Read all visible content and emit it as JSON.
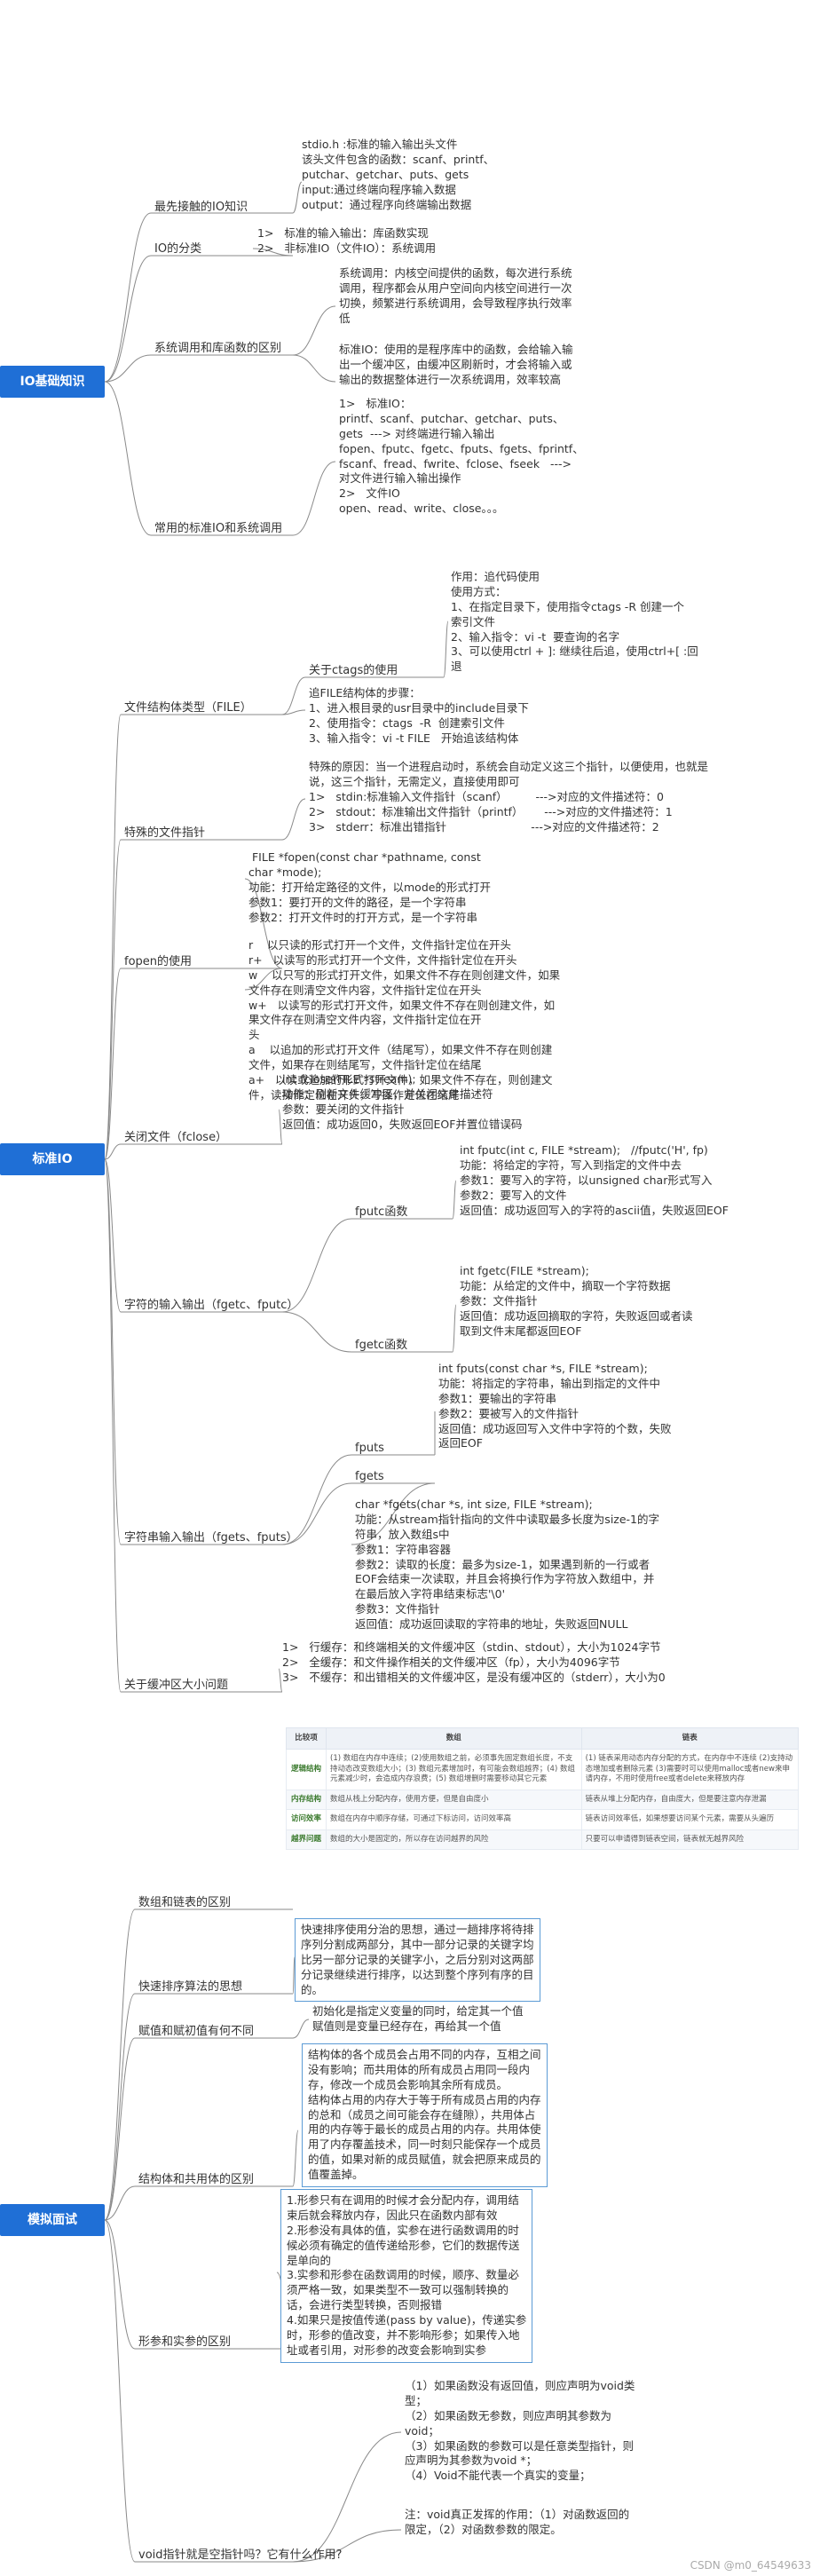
{
  "sections": [
    {
      "root": "IO基础知识",
      "branches": [
        {
          "label": "最先接触的IO知识",
          "texts": [
            "stdio.h :标准的输入输出头文件\n该头文件包含的函数：scanf、printf、\nputchar、getchar、puts、gets\ninput:通过终端向程序输入数据\noutput：通过程序向终端输出数据"
          ]
        },
        {
          "label": "IO的分类",
          "texts": [
            "1>   标准的输入输出：库函数实现\n2>   非标准IO（文件IO）：系统调用"
          ]
        },
        {
          "label": "系统调用和库函数的区别",
          "texts": [
            "系统调用：内核空间提供的函数，每次进行系统\n调用，程序都会从用户空间向内核空间进行一次\n切换，频繁进行系统调用，会导致程序执行效率\n低",
            "标准IO：使用的是程序库中的函数，会给输入输\n出一个缓冲区，由缓冲区刷新时，才会将输入或\n输出的数据整体进行一次系统调用，效率较高"
          ]
        },
        {
          "label": "常用的标准IO和系统调用",
          "texts": [
            "1>   标准IO：\nprintf、scanf、putchar、getchar、puts、\ngets  ---> 对终端进行输入输出\nfopen、fputc、fgetc、fputs、fgets、fprintf、\nfscanf、fread、fwrite、fclose、fseek   --->\n对文件进行输入输出操作\n2>   文件IO\nopen、read、write、close。。。"
          ]
        }
      ]
    },
    {
      "root": "标准IO",
      "branches": [
        {
          "label": "文件结构体类型（FILE）",
          "subs": [
            {
              "label": "关于ctags的使用",
              "text": "作用：追代码使用\n使用方式：\n1、在指定目录下，使用指令ctags -R 创建一个\n索引文件\n2、输入指令：vi -t  要查询的名字\n3、可以使用ctrl + ]: 继续往后追，使用ctrl+[ :回\n退"
            },
            {
              "label": "",
              "text": "追FILE结构体的步骤：\n1、进入根目录的usr目录中的include目录下\n2、使用指令：ctags  -R  创建索引文件\n3、输入指令：vi -t FILE   开始追该结构体"
            }
          ]
        },
        {
          "label": "特殊的文件指针",
          "texts": [
            "特殊的原因：当一个进程启动时，系统会自动定义这三个指针，以便使用，也就是\n说，这三个指针，无需定义，直接使用即可\n1>   stdin:标准输入文件指针（scanf）        --->对应的文件描述符：0\n2>   stdout：标准输出文件指针（printf）      --->对应的文件描述符：1\n3>   stderr：标准出错指针                        --->对应的文件描述符：2"
          ]
        },
        {
          "label": "fopen的使用",
          "texts": [
            " FILE *fopen(const char *pathname, const\nchar *mode);\n功能：打开给定路径的文件，以mode的形式打开\n参数1：要打开的文件的路径，是一个字符串\n参数2：打开文件时的打开方式，是一个字符串",
            "r    以只读的形式打开一个文件，文件指针定位在开头\nr+   以读写的形式打开一个文件，文件指针定位在开头\nw    以只写的形式打开文件，如果文件不存在则创建文件，如果\n文件存在则清空文件内容，文件指针定位在开头\nw+   以读写的形式打开文件，如果文件不存在则创建文件，如\n果文件存在则清空文件内容，文件指针定位在开\n头\na    以追加的形式打开文件（结尾写），如果文件不存在则创建\n文件，如果存在则结尾写，文件指针定位在结尾\na+   以读或追加的形式打开文件，如果文件不存在，则创建文\n件，读操作定位在开头，写操作定位在结尾"
          ]
        },
        {
          "label": "关闭文件（fclose）",
          "texts": [
            "int fclose(FILE *stream);\n功能：刷新文件缓冲区，并关闭文件描述符\n参数：要关闭的文件指针\n返回值：成功返回0，失败返回EOF并置位错误码"
          ]
        },
        {
          "label": "字符的输入输出（fgetc、fputc）",
          "subs": [
            {
              "label": "fputc函数",
              "text": "int fputc(int c, FILE *stream);   //fputc('H', fp)\n功能：将给定的字符，写入到指定的文件中去\n参数1：要写入的字符，以unsigned char形式写入\n参数2：要写入的文件\n返回值：成功返回写入的字符的ascii值，失败返回EOF"
            },
            {
              "label": "fgetc函数",
              "text": "int fgetc(FILE *stream);\n功能：从给定的文件中，摘取一个字符数据\n参数：文件指针\n返回值：成功返回摘取的字符，失败返回或者读\n取到文件末尾都返回EOF"
            }
          ]
        },
        {
          "label": "字符串输入输出（fgets、fputs）",
          "subs": [
            {
              "label": "fputs",
              "text": "int fputs(const char *s, FILE *stream);\n功能：将指定的字符串，输出到指定的文件中\n参数1：要输出的字符串\n参数2：要被写入的文件指针\n返回值：成功返回写入文件中字符的个数，失败\n返回EOF"
            },
            {
              "label": "fgets",
              "text": "char *fgets(char *s, int size, FILE *stream);\n功能：从stream指针指向的文件中读取最多长度为size-1的字\n符串，放入数组s中\n参数1：字符串容器\n参数2：读取的长度：最多为size-1，如果遇到新的一行或者\nEOF会结束一次读取，并且会将换行作为字符放入数组中，并\n在最后放入字符串结束标志'\\0'\n参数3：文件指针\n返回值：成功返回读取的字符串的地址，失败返回NULL"
            }
          ]
        },
        {
          "label": "关于缓冲区大小问题",
          "texts": [
            "1>   行缓存：和终端相关的文件缓冲区（stdin、stdout），大小为1024字节\n2>   全缓存：和文件操作相关的文件缓冲区（fp），大小为4096字节\n3>   不缓存：和出错相关的文件缓冲区，是没有缓冲区的（stderr），大小为0"
          ]
        }
      ]
    },
    {
      "root": "模拟面试",
      "branches": [
        {
          "label": "数组和链表的区别",
          "texts": []
        },
        {
          "label": "快速排序算法的思想",
          "texts": [
            "快速排序使用分治的思想，通过一趟排序将待排\n序列分割成两部分，其中一部分记录的关键字均\n比另一部分记录的关键字小，之后分别对这两部\n分记录继续进行排序，以达到整个序列有序的目\n的。"
          ]
        },
        {
          "label": "赋值和赋初值有何不同",
          "texts": [
            "初始化是指定义变量的同时，给定其一个值\n赋值则是变量已经存在，再给其一个值"
          ]
        },
        {
          "label": "结构体和共用体的区别",
          "texts": [
            "结构体的各个成员会占用不同的内存，互相之间\n没有影响；而共用体的所有成员占用同一段内\n存，修改一个成员会影响其余所有成员。\n结构体占用的内存大于等于所有成员占用的内存\n的总和（成员之间可能会存在缝隙），共用体占\n用的内存等于最长的成员占用的内存。共用体使\n用了内存覆盖技术，同一时刻只能保存一个成员\n的值，如果对新的成员赋值，就会把原来成员的\n值覆盖掉。"
          ]
        },
        {
          "label": "形参和实参的区别",
          "texts": [
            "1.形参只有在调用的时候才会分配内存，调用结\n束后就会释放内存，因此只在函数内部有效\n2.形参没有具体的值，实参在进行函数调用的时\n候必须有确定的值传递给形参，它们的数据传送\n是单向的\n3.实参和形参在函数调用的时候，顺序、数量必\n须严格一致，如果类型不一致可以强制转换的\n话，会进行类型转换，否则报错\n4.如果只是按值传递(pass by value)，传递实参\n时，形参的值改变，并不影响形参；如果传入地\n址或者引用，对形参的改变会影响到实参"
          ]
        },
        {
          "label": "void指针就是空指针吗？它有什么作用?",
          "texts": [
            "（1）如果函数没有返回值，则应声明为void类\n型；\n（2）如果函数无参数，则应声明其参数为\nvoid；\n（3）如果函数的参数可以是任意类型指针，则\n应声明为其参数为void *；\n（4）Void不能代表一个真实的变量；",
            "注：void真正发挥的作用：（1）对函数返回的\n限定，（2）对函数参数的限定。"
          ]
        }
      ]
    }
  ],
  "comparison_table": {
    "headers": [
      "比较项",
      "数组",
      "链表"
    ],
    "rows": [
      [
        "逻辑结构",
        "(1) 数组在内存中连续；(2)使用数组之前，必须事先固定数组长度，不支持动态改变数组大小；(3) 数组元素增加时，有可能会数组越界；(4) 数组元素减少时，会造成内存浪费；(5) 数组增删时需要移动其它元素",
        "(1) 链表采用动态内存分配的方式，在内存中不连续 (2)支持动态增加或者删除元素 (3)需要时可以使用malloc或者new来申请内存，不用时使用free或者delete来释放内存"
      ],
      [
        "内存结构",
        "数组从栈上分配内存，使用方便，但是自由度小",
        "链表从堆上分配内存，自由度大，但是要注意内存泄漏"
      ],
      [
        "访问效率",
        "数组在内存中顺序存储，可通过下标访问，访问效率高",
        "链表访问效率低，如果想要访问某个元素，需要从头遍历"
      ],
      [
        "越界问题",
        "数组的大小是固定的，所以存在访问越界的风险",
        "只要可以申请得到链表空间，链表就无越界风险"
      ]
    ]
  },
  "watermark": "CSDN @m0_64549633"
}
